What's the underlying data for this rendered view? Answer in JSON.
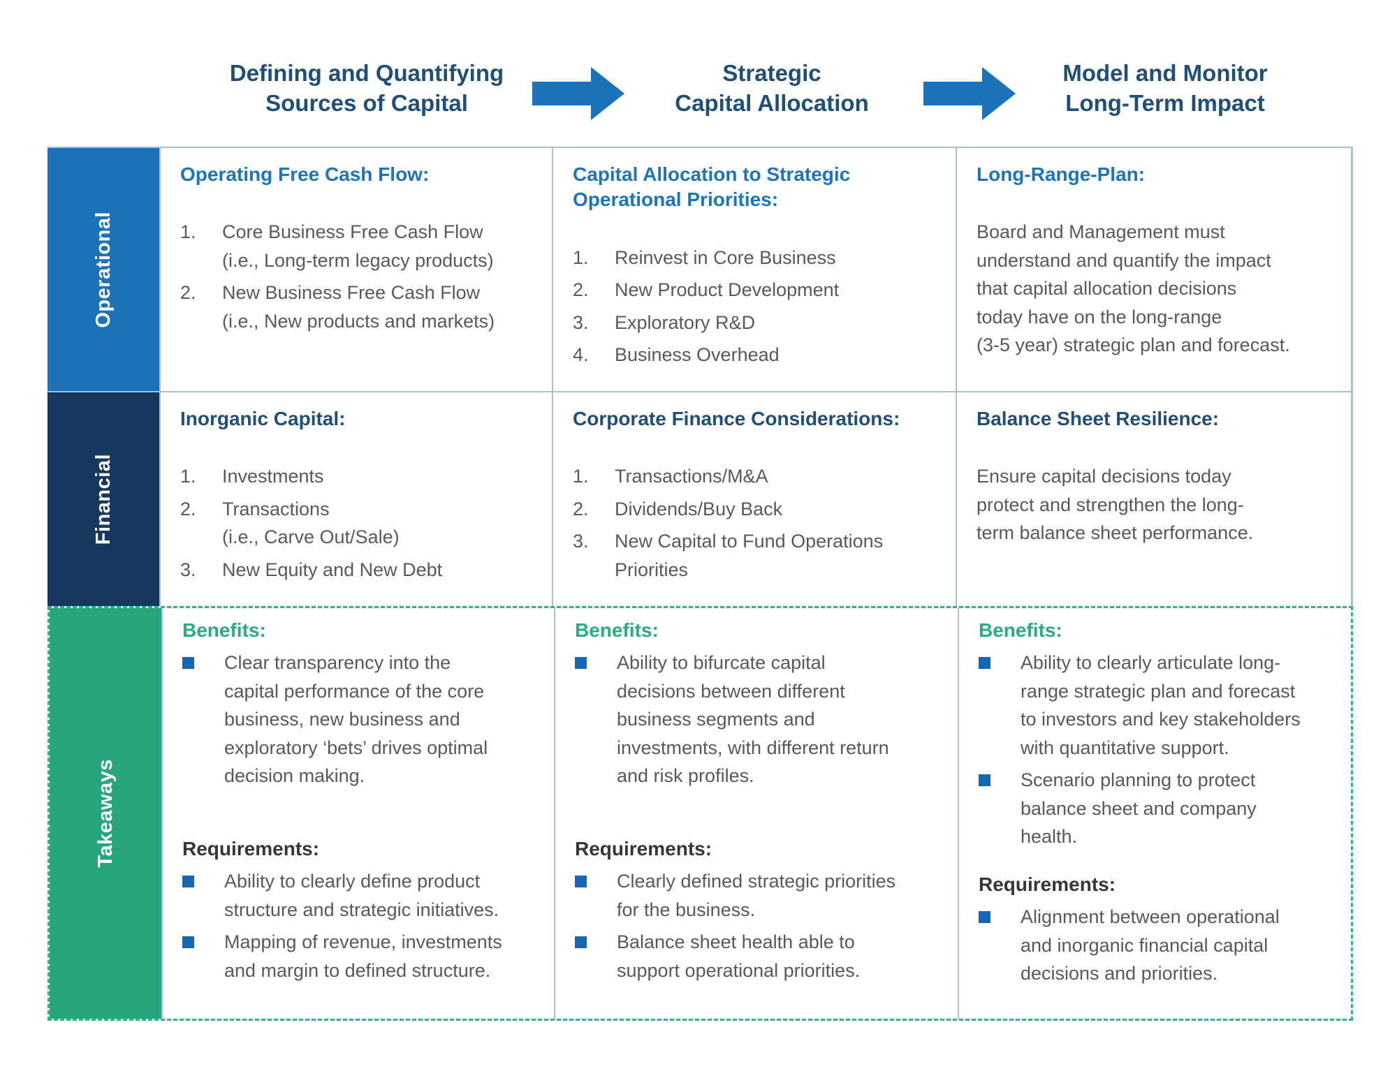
{
  "colors": {
    "operational_blue": "#1C72B8",
    "financial_navy": "#17375E",
    "takeaways_green": "#27A67C",
    "heading_blue": "#1B75BC",
    "heading_navy": "#1F4E79",
    "benefits_green": "#27AE7E",
    "requirements_dark": "#363636",
    "body_gray": "#595959",
    "bullet_blue": "#1268B3",
    "arrow_blue": "#1B72B8",
    "header_navy": "#1F4E79",
    "solid_border": "#A9C0DA",
    "dashed_border": "#35B38A"
  },
  "header": {
    "step1": "Defining and Quantifying\nSources of Capital",
    "step2": "Strategic\nCapital Allocation",
    "step3": "Model and Monitor\nLong-Term Impact",
    "arrow_icon": "right-arrow"
  },
  "grid": {
    "rows": [
      {
        "label": "Operational",
        "cells": [
          {
            "heading": "Operating Free Cash Flow:",
            "items": [
              {
                "n": "1.",
                "text": "Core Business Free Cash Flow\n(i.e., Long-term legacy products)"
              },
              {
                "n": "2.",
                "text": "New Business Free Cash Flow\n(i.e., New products and markets)"
              }
            ]
          },
          {
            "heading": "Capital Allocation to Strategic\nOperational Priorities:",
            "items": [
              {
                "n": "1.",
                "text": "Reinvest in Core Business"
              },
              {
                "n": "2.",
                "text": "New Product Development"
              },
              {
                "n": "3.",
                "text": "Exploratory R&D"
              },
              {
                "n": "4.",
                "text": "Business Overhead"
              }
            ]
          },
          {
            "heading": "Long-Range-Plan:",
            "paragraph": "Board and Management must\nunderstand and quantify the impact\nthat capital allocation decisions\ntoday have on the long-range\n(3-5 year) strategic plan and forecast."
          }
        ]
      },
      {
        "label": "Financial",
        "cells": [
          {
            "heading": "Inorganic Capital:",
            "items": [
              {
                "n": "1.",
                "text": "Investments"
              },
              {
                "n": "2.",
                "text": "Transactions\n(i.e., Carve Out/Sale)"
              },
              {
                "n": "3.",
                "text": "New Equity and New Debt"
              }
            ]
          },
          {
            "heading": "Corporate Finance Considerations:",
            "items": [
              {
                "n": "1.",
                "text": "Transactions/M&A"
              },
              {
                "n": "2.",
                "text": "Dividends/Buy Back"
              },
              {
                "n": "3.",
                "text": "New Capital to Fund Operations\nPriorities"
              }
            ]
          },
          {
            "heading": "Balance Sheet Resilience:",
            "paragraph": "Ensure capital decisions today\nprotect and strengthen the long-\nterm balance sheet performance."
          }
        ]
      },
      {
        "label": "Takeaways",
        "cells": [
          {
            "benefits_label": "Benefits:",
            "benefits": [
              "Clear transparency into the\ncapital performance of the core\nbusiness, new business and\nexploratory ‘bets’ drives optimal\ndecision making."
            ],
            "requirements_label": "Requirements:",
            "requirements": [
              "Ability to clearly define product\nstructure and strategic initiatives.",
              "Mapping of revenue, investments\nand margin to defined structure."
            ]
          },
          {
            "benefits_label": "Benefits:",
            "benefits": [
              "Ability to bifurcate capital\ndecisions between different\nbusiness segments and\ninvestments, with different return\nand risk profiles."
            ],
            "requirements_label": "Requirements:",
            "requirements": [
              "Clearly defined strategic priorities\nfor the business.",
              "Balance sheet health able to\nsupport operational priorities."
            ]
          },
          {
            "benefits_label": "Benefits:",
            "benefits": [
              "Ability to clearly articulate long-\nrange strategic plan and forecast\nto investors and key stakeholders\nwith quantitative support.",
              "Scenario planning to protect\nbalance sheet and company\nhealth."
            ],
            "requirements_label": "Requirements:",
            "requirements": [
              "Alignment between operational\nand inorganic financial capital\ndecisions and priorities."
            ]
          }
        ]
      }
    ]
  }
}
